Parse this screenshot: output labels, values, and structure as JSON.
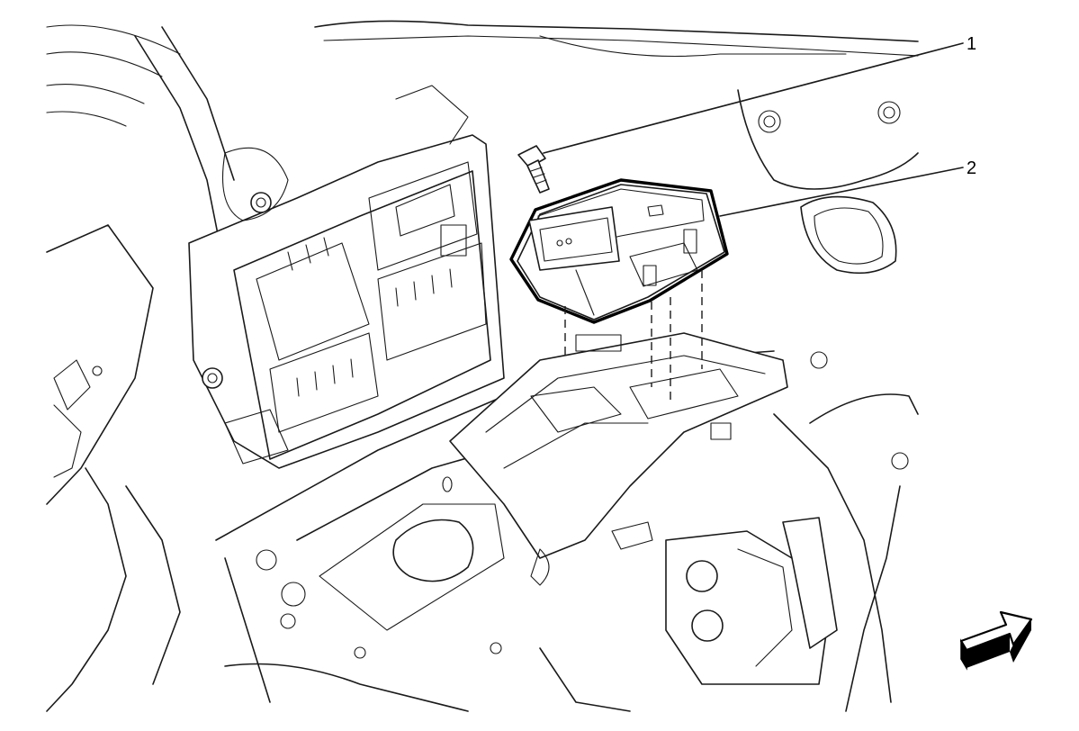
{
  "callouts": [
    {
      "id": "1",
      "label": "1"
    },
    {
      "id": "2",
      "label": "2"
    }
  ],
  "icons": {
    "direction_arrow": "forward-arrow-icon"
  },
  "colors": {
    "line": "#1a1a1a",
    "background": "#ffffff"
  }
}
